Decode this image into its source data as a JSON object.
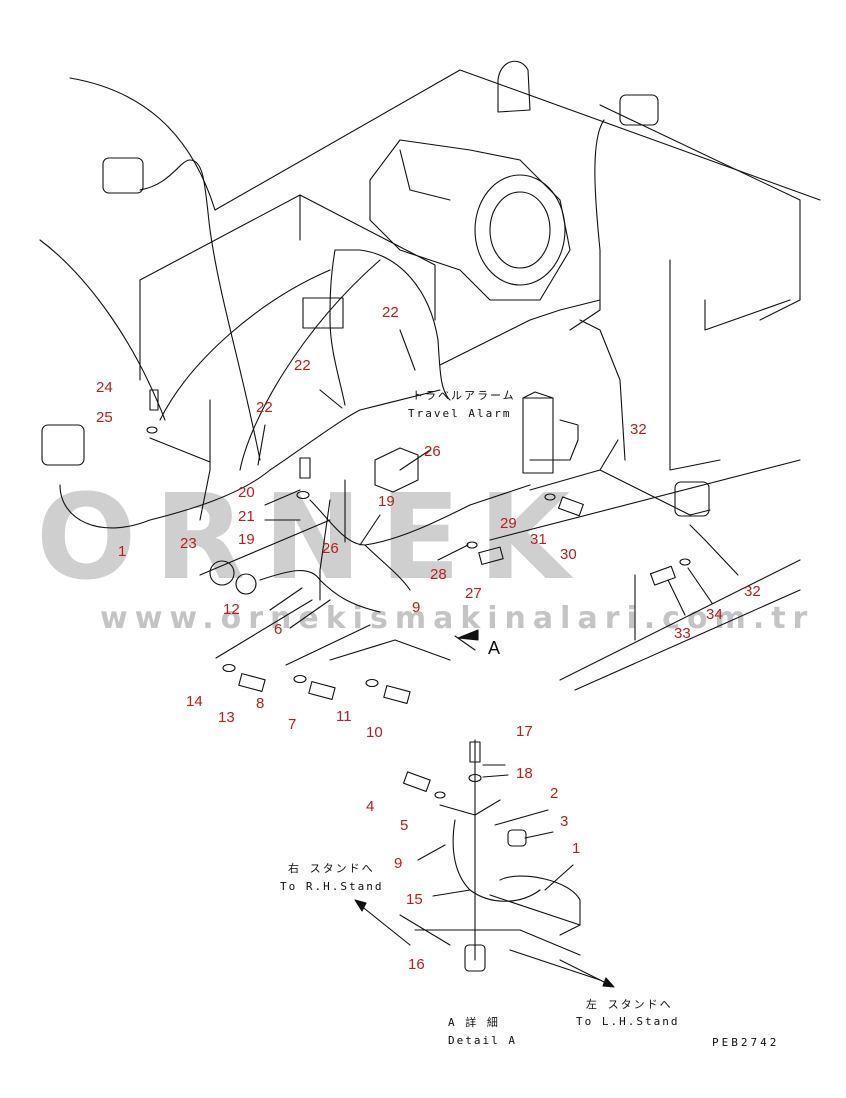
{
  "watermark": {
    "brand": "ORNEK",
    "url": "www.ornekismakinalari.com.tr"
  },
  "callouts": [
    {
      "id": "24",
      "text": "24"
    },
    {
      "id": "25",
      "text": "25"
    },
    {
      "id": "1a",
      "text": "1"
    },
    {
      "id": "23",
      "text": "23"
    },
    {
      "id": "22a",
      "text": "22"
    },
    {
      "id": "22b",
      "text": "22"
    },
    {
      "id": "22c",
      "text": "22"
    },
    {
      "id": "20",
      "text": "20"
    },
    {
      "id": "21",
      "text": "21"
    },
    {
      "id": "19a",
      "text": "19"
    },
    {
      "id": "26a",
      "text": "26"
    },
    {
      "id": "19b",
      "text": "19"
    },
    {
      "id": "26b",
      "text": "26"
    },
    {
      "id": "28",
      "text": "28"
    },
    {
      "id": "27",
      "text": "27"
    },
    {
      "id": "29",
      "text": "29"
    },
    {
      "id": "31",
      "text": "31"
    },
    {
      "id": "30",
      "text": "30"
    },
    {
      "id": "32a",
      "text": "32"
    },
    {
      "id": "32b",
      "text": "32"
    },
    {
      "id": "33",
      "text": "33"
    },
    {
      "id": "34",
      "text": "34"
    },
    {
      "id": "12",
      "text": "12"
    },
    {
      "id": "6",
      "text": "6"
    },
    {
      "id": "9a",
      "text": "9"
    },
    {
      "id": "14",
      "text": "14"
    },
    {
      "id": "13",
      "text": "13"
    },
    {
      "id": "8",
      "text": "8"
    },
    {
      "id": "7",
      "text": "7"
    },
    {
      "id": "11",
      "text": "11"
    },
    {
      "id": "10",
      "text": "10"
    },
    {
      "id": "17",
      "text": "17"
    },
    {
      "id": "18",
      "text": "18"
    },
    {
      "id": "2",
      "text": "2"
    },
    {
      "id": "4",
      "text": "4"
    },
    {
      "id": "5",
      "text": "5"
    },
    {
      "id": "3",
      "text": "3"
    },
    {
      "id": "9b",
      "text": "9"
    },
    {
      "id": "1b",
      "text": "1"
    },
    {
      "id": "15",
      "text": "15"
    },
    {
      "id": "16",
      "text": "16"
    }
  ],
  "annotations": {
    "travel_alarm_jp": "トラベルアラーム",
    "travel_alarm_en": "Travel Alarm",
    "view_arrow": "A",
    "rh_jp": "右 スタンドへ",
    "rh_en": "To R.H.Stand",
    "lh_jp": "左 スタンドへ",
    "lh_en": "To L.H.Stand",
    "detail_jp": "A 詳 細",
    "detail_en": "Detail A",
    "drawing_no": "PEB2742"
  }
}
